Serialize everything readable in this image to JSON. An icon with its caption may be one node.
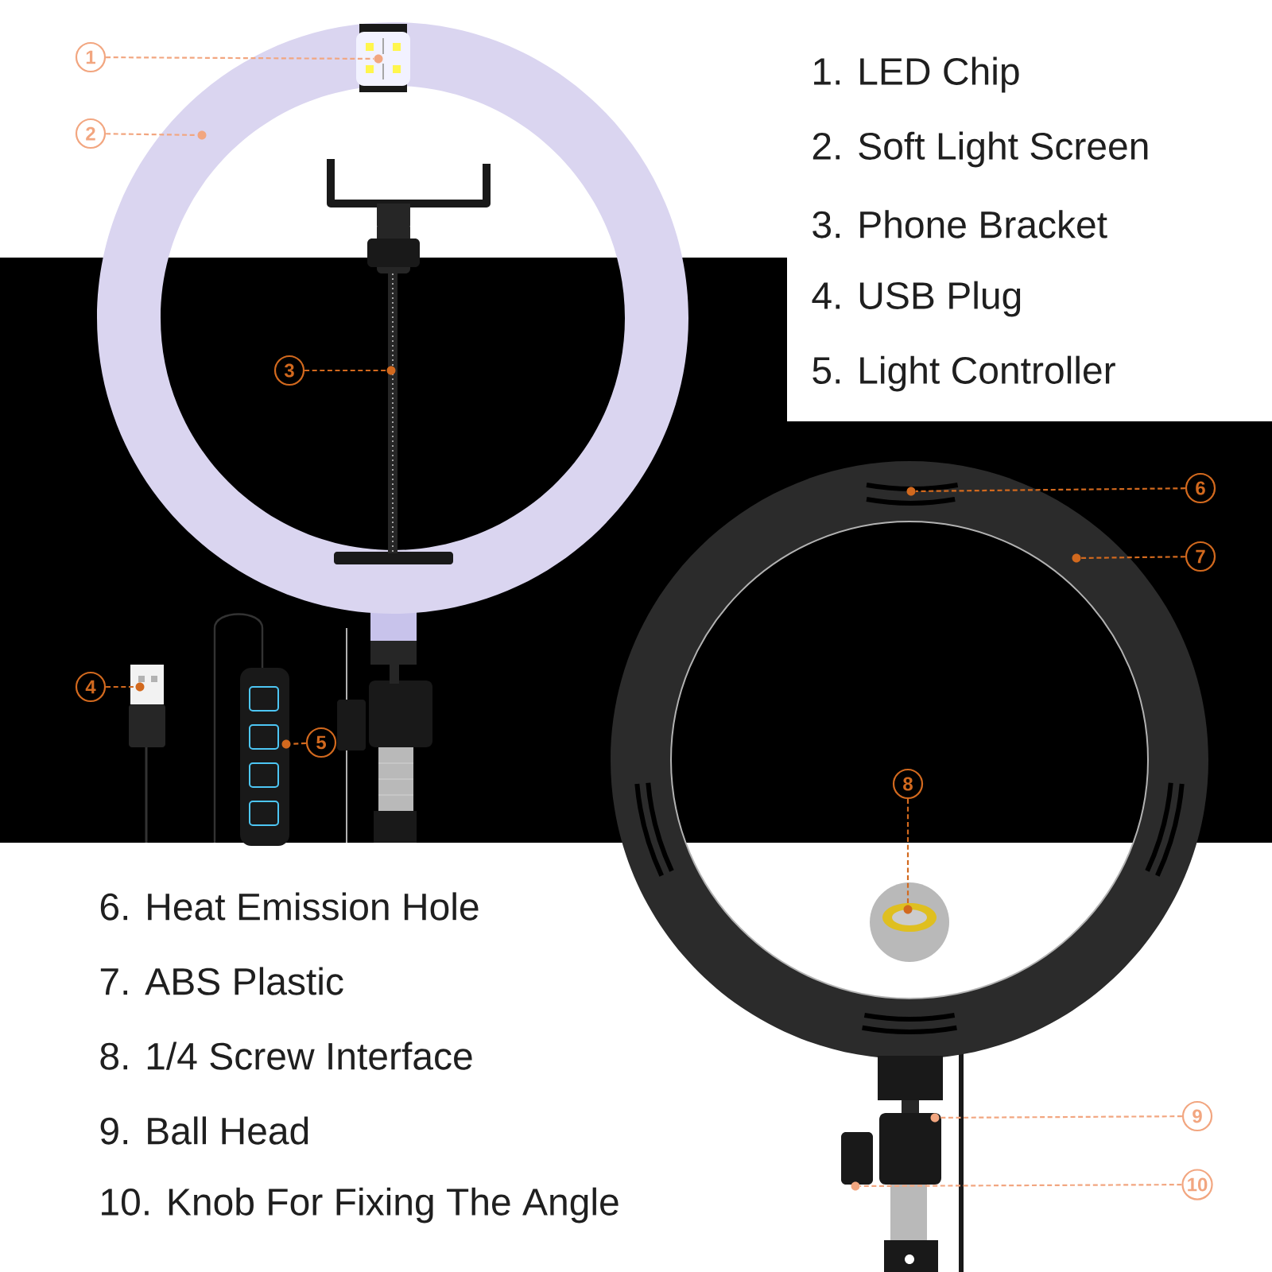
{
  "diagram": {
    "nodes": [
      {
        "text": [
          "1"
        ]
      },
      {
        "text": [
          "2"
        ]
      },
      {
        "text": [
          "3"
        ]
      },
      {
        "text": [
          "4"
        ]
      },
      {
        "text": [
          "5"
        ]
      },
      {
        "text": [
          "6"
        ]
      },
      {
        "text": [
          "7"
        ]
      },
      {
        "text": [
          "8"
        ]
      },
      {
        "text": [
          "9"
        ]
      },
      {
        "text": [
          "10"
        ]
      },
      {
        "text": [],
        "shape": "circle"
      },
      {
        "text": [],
        "shape": "circle"
      },
      {
        "text": [],
        "shape": "circle"
      },
      {
        "text": [],
        "shape": "circle"
      },
      {
        "text": [],
        "shape": "circle"
      },
      {
        "text": [],
        "shape": "circle"
      },
      {
        "text": [],
        "shape": "circle"
      },
      {
        "text": [],
        "shape": "circle"
      },
      {
        "text": [],
        "shape": "circle"
      },
      {
        "text": [],
        "shape": "circle"
      }
    ],
    "edges": [
      {
        "from": 0,
        "to": 10,
        "arrow": "none",
        "style": "dashed",
        "color": "#f2a680"
      },
      {
        "from": 1,
        "to": 11,
        "arrow": "none",
        "style": "dashed",
        "color": "#f2a680"
      },
      {
        "from": 2,
        "to": 12,
        "arrow": "none",
        "style": "dashed"
      },
      {
        "from": 3,
        "to": 13,
        "arrow": "none",
        "style": "dashed"
      },
      {
        "from": 4,
        "to": 14,
        "arrow": "none",
        "style": "dashed"
      },
      {
        "from": 5,
        "to": 15,
        "arrow": "none",
        "style": "dashed"
      },
      {
        "from": 6,
        "to": 16,
        "arrow": "none",
        "style": "dashed"
      },
      {
        "from": 7,
        "to": 17,
        "arrow": "none",
        "style": "dashed"
      },
      {
        "from": 8,
        "to": 18,
        "arrow": "none",
        "style": "dashed",
        "color": "#f2a680"
      },
      {
        "from": 9,
        "to": 19,
        "arrow": "none",
        "style": "dashed",
        "color": "#f2a680"
      }
    ],
    "labels": [
      "1. LED Chip",
      "2. Soft Light Screen",
      "3. Phone Bracket",
      "4. USB Plug",
      "5. Light Controller",
      "6. Heat Emission Hole",
      "7. ABS Plastic",
      "8. 1/4 Screw Interface",
      "9. Ball Head",
      "10. Knob For Fixing The Angle"
    ]
  }
}
